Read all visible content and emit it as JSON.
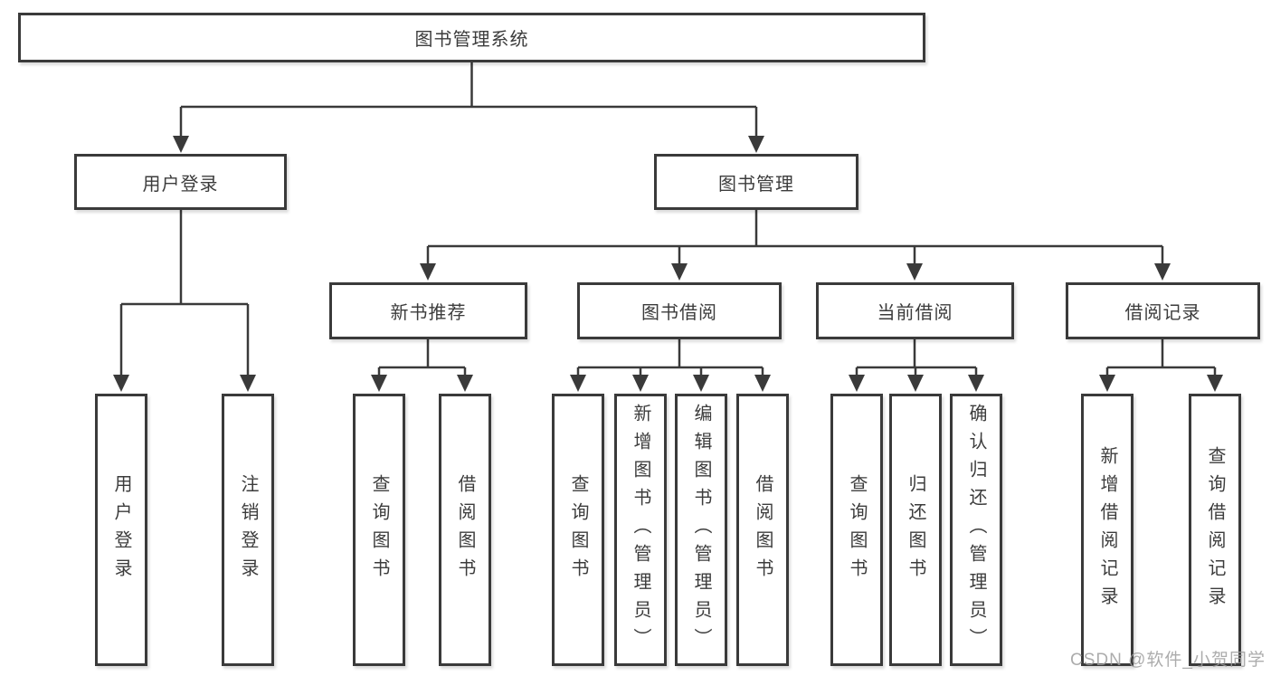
{
  "diagram": {
    "title": "图书管理系统",
    "level2": {
      "user_login": "用户登录",
      "book_mgmt": "图书管理"
    },
    "level3": {
      "new_books": "新书推荐",
      "borrowing": "图书借阅",
      "current": "当前借阅",
      "records": "借阅记录"
    },
    "leaves": {
      "user_login": "用户登录",
      "logout": "注销登录",
      "nb_query": "查询图书",
      "nb_borrow": "借阅图书",
      "bb_query": "查询图书",
      "bb_add": "新增图书（管理员）",
      "bb_edit": "编辑图书（管理员）",
      "bb_borrow": "借阅图书",
      "cb_query": "查询图书",
      "cb_return": "归还图书",
      "cb_confirm": "确认归还（管理员）",
      "rec_add": "新增借阅记录",
      "rec_query": "查询借阅记录"
    },
    "hierarchy": {
      "图书管理系统": {
        "用户登录": [
          "用户登录",
          "注销登录"
        ],
        "图书管理": {
          "新书推荐": [
            "查询图书",
            "借阅图书"
          ],
          "图书借阅": [
            "查询图书",
            "新增图书（管理员）",
            "编辑图书（管理员）",
            "借阅图书"
          ],
          "当前借阅": [
            "查询图书",
            "归还图书",
            "确认归还（管理员）"
          ],
          "借阅记录": [
            "新增借阅记录",
            "查询借阅记录"
          ]
        }
      }
    },
    "line_color": "#3a3a3a",
    "text_color": "#3c3c3c",
    "background": "#ffffff"
  },
  "watermark": "CSDN @软件_小贺同学"
}
